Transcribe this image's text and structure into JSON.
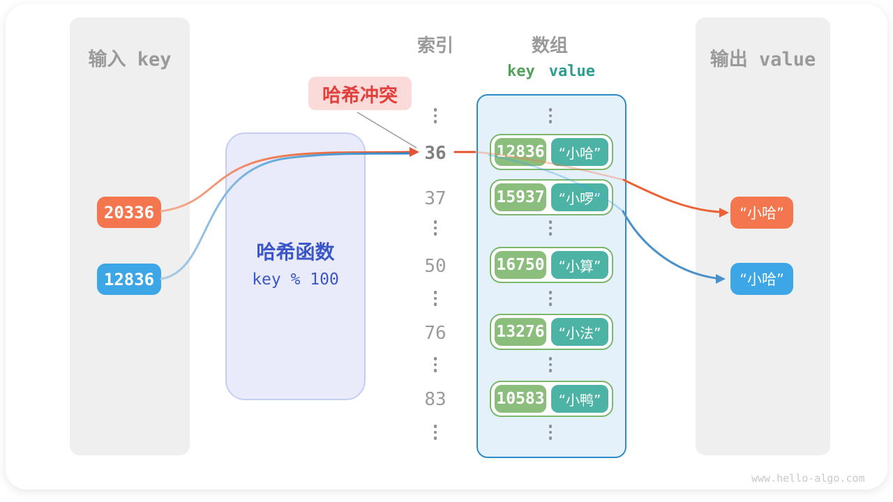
{
  "input": {
    "title": "输入 key",
    "keys": [
      "20336",
      "12836"
    ]
  },
  "hash": {
    "title": "哈希函数",
    "formula": "key % 100"
  },
  "collision": {
    "label": "哈希冲突"
  },
  "index": {
    "title": "索引",
    "values": [
      "36",
      "37",
      "50",
      "76",
      "83"
    ]
  },
  "array": {
    "title": "数组",
    "header": {
      "key": "key",
      "value": "value"
    },
    "rows": [
      {
        "key": "12836",
        "value": "“小哈”"
      },
      {
        "key": "15937",
        "value": "“小啰”"
      },
      {
        "key": "16750",
        "value": "“小算”"
      },
      {
        "key": "13276",
        "value": "“小法”"
      },
      {
        "key": "10583",
        "value": "“小鸭”"
      }
    ]
  },
  "output": {
    "title": "输出 value",
    "values": [
      "“小哈”",
      "“小哈”"
    ]
  },
  "footer": {
    "url": "www.hello-algo.com"
  },
  "colors": {
    "orange": "#f4764f",
    "blue": "#3da6e7",
    "key_green": "#8bbd7c",
    "value_teal": "#4cb3a5",
    "array_border": "#2e8bc9",
    "hash_text": "#3a56c8",
    "collision_red": "#e2403c"
  }
}
